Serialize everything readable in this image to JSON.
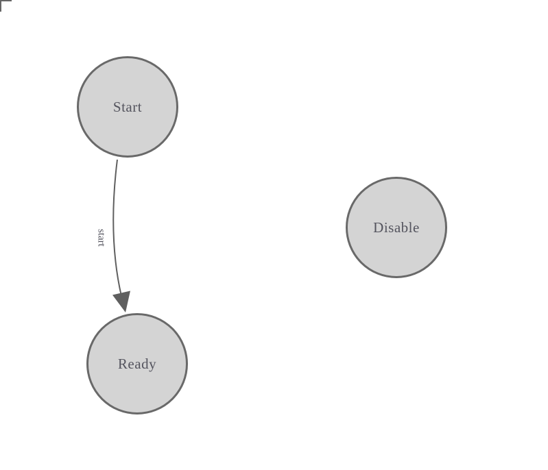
{
  "diagram": {
    "kind": "state-machine",
    "nodes": [
      {
        "id": "start",
        "label": "Start"
      },
      {
        "id": "ready",
        "label": "Ready"
      },
      {
        "id": "disable",
        "label": "Disable"
      }
    ],
    "edges": [
      {
        "from": "start",
        "to": "ready",
        "label": "start"
      }
    ],
    "colors": {
      "background": "#ffffff",
      "node_fill": "#d4d4d4",
      "node_border": "#696969",
      "edge_stroke": "#5f5f5f",
      "arrowhead_fill": "#5f5f5f",
      "text": "#54545e",
      "corner_mark": "#666666"
    }
  }
}
